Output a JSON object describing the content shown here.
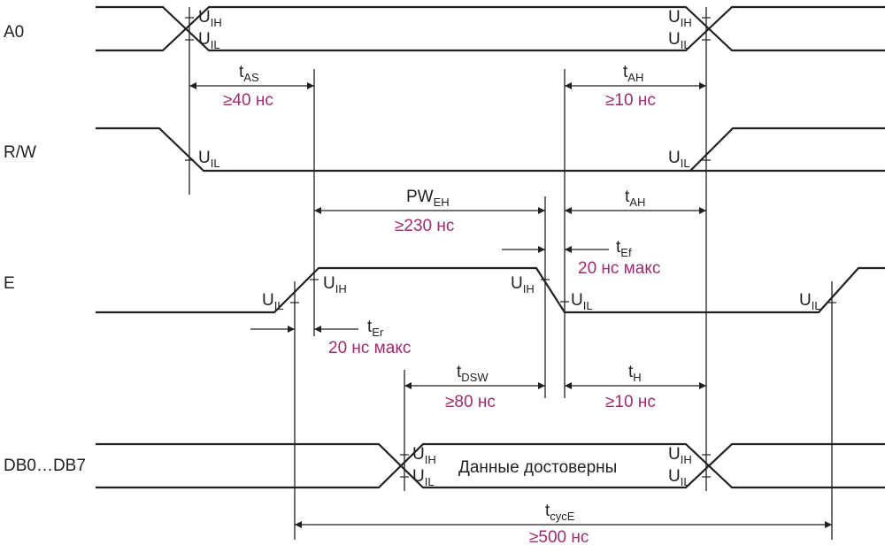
{
  "signals": {
    "a0": "A0",
    "rw": "R/W",
    "e": "E",
    "db": "DB0…DB7"
  },
  "levels": {
    "u": "U",
    "ih": "IH",
    "il": "IL"
  },
  "data_valid": "Данные достоверны",
  "timings": {
    "tas": {
      "base": "t",
      "sub": "AS",
      "value": "≥40 нс"
    },
    "tah_a0": {
      "base": "t",
      "sub": "AH",
      "value": "≥10 нс"
    },
    "tah_rw": {
      "base": "t",
      "sub": "AH"
    },
    "pweh": {
      "base": "PW",
      "sub": "EH",
      "value": "≥230 нс"
    },
    "tef": {
      "base": "t",
      "sub": "Ef",
      "value": "20 нс макс"
    },
    "ter": {
      "base": "t",
      "sub": "Er",
      "value": "20 нс макс"
    },
    "tdsw": {
      "base": "t",
      "sub": "DSW",
      "value": "≥80 нс"
    },
    "th": {
      "base": "t",
      "sub": "H",
      "value": "≥10 нс"
    },
    "tcyce": {
      "base": "t",
      "sub": "cycE",
      "value": "≥500 нс"
    }
  },
  "colors": {
    "line": "#231f20",
    "value": "#9b2c6f",
    "background": "#ffffff"
  }
}
